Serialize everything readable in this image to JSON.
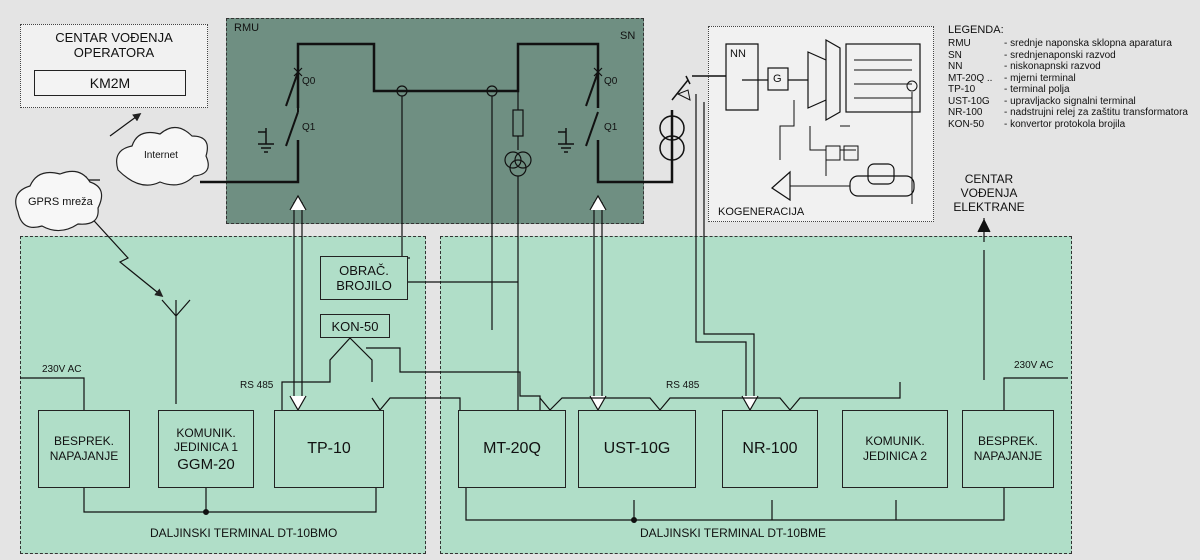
{
  "operator_center": {
    "title_line1": "CENTAR VOĐENJA",
    "title_line2": "OPERATORA",
    "km2m": "KM2M"
  },
  "network": {
    "internet": "Internet",
    "gprs": "GPRS mreža"
  },
  "rmu": {
    "label": "RMU",
    "sn": "SN",
    "q0_left": "Q0",
    "q1_left": "Q1",
    "q0_right": "Q0",
    "q1_right": "Q1"
  },
  "cogeneration": {
    "label": "KOGENERACIJA",
    "nn": "NN",
    "g": "G"
  },
  "plant_center": {
    "line1": "CENTAR",
    "line2": "VOĐENJA",
    "line3": "ELEKTRANE"
  },
  "legend": {
    "title": "LEGENDA:",
    "items": [
      {
        "key": "RMU",
        "desc": "- srednje naponska sklopna aparatura"
      },
      {
        "key": "SN",
        "desc": "- srednjenaponski razvod"
      },
      {
        "key": "NN",
        "desc": "- niskonapnski razvod"
      },
      {
        "key": "MT-20Q ..",
        "desc": "- mjerni terminal"
      },
      {
        "key": "TP-10",
        "desc": "- terminal polja"
      },
      {
        "key": "UST-10G",
        "desc": "- upravljacko signalni terminal"
      },
      {
        "key": "NR-100",
        "desc": "- nadstrujni relej za zaštitu transformatora"
      },
      {
        "key": "KON-50",
        "desc": "- konvertor protokola brojila"
      }
    ]
  },
  "left_terminal": {
    "label": "DALJINSKI TERMINAL  DT-10BMO",
    "ac": "230V AC",
    "rs485": "RS 485",
    "besprek_line1": "BESPREK.",
    "besprek_line2": "NAPAJANJE",
    "kom_line1": "KOMUNIK.",
    "kom_line2": "JEDINICA 1",
    "kom_line3": "GGM-20",
    "tp10": "TP-10"
  },
  "meter": {
    "line1": "OBRAČ.",
    "line2": "BROJILO",
    "kon50": "KON-50"
  },
  "right_terminal": {
    "label": "DALJINSKI TERMINAL  DT-10BME",
    "ac": "230V AC",
    "rs485": "RS 485",
    "mt20q": "MT-20Q",
    "ust10g": "UST-10G",
    "nr100": "NR-100",
    "kom_line1": "KOMUNIK.",
    "kom_line2": "JEDINICA 2",
    "besprek_line1": "BESPREK.",
    "besprek_line2": "NAPAJANJE"
  }
}
